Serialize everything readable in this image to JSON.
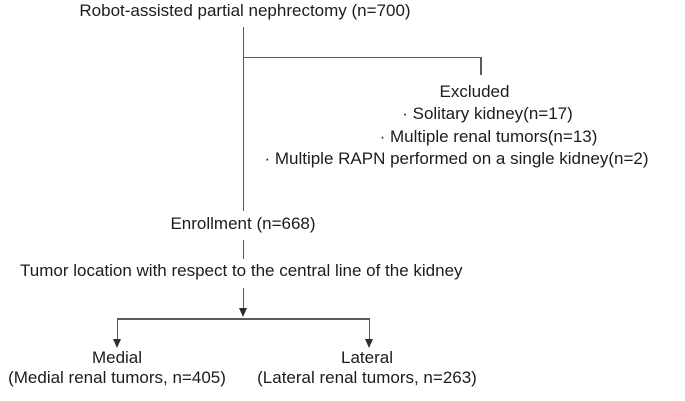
{
  "diagram": {
    "title": "Robot-assisted partial nephrectomy (n=700)",
    "excluded": {
      "heading": "Excluded",
      "items": [
        "· Solitary kidney(n=17)",
        "· Multiple renal tumors(n=13)",
        "· Multiple RAPN performed on a single kidney(n=2)"
      ]
    },
    "enrollment_label": "Enrollment (n=668)",
    "split_label": "Tumor location with respect to the central line of the kidney",
    "branches": [
      {
        "name": "Medial",
        "detail": "(Medial renal tumors, n=405)"
      },
      {
        "name": "Lateral",
        "detail": "(Lateral renal tumors, n=263)"
      }
    ],
    "colors": {
      "background": "#ffffff",
      "line": "#5a5a5a",
      "text": "#1c1c1c"
    }
  }
}
